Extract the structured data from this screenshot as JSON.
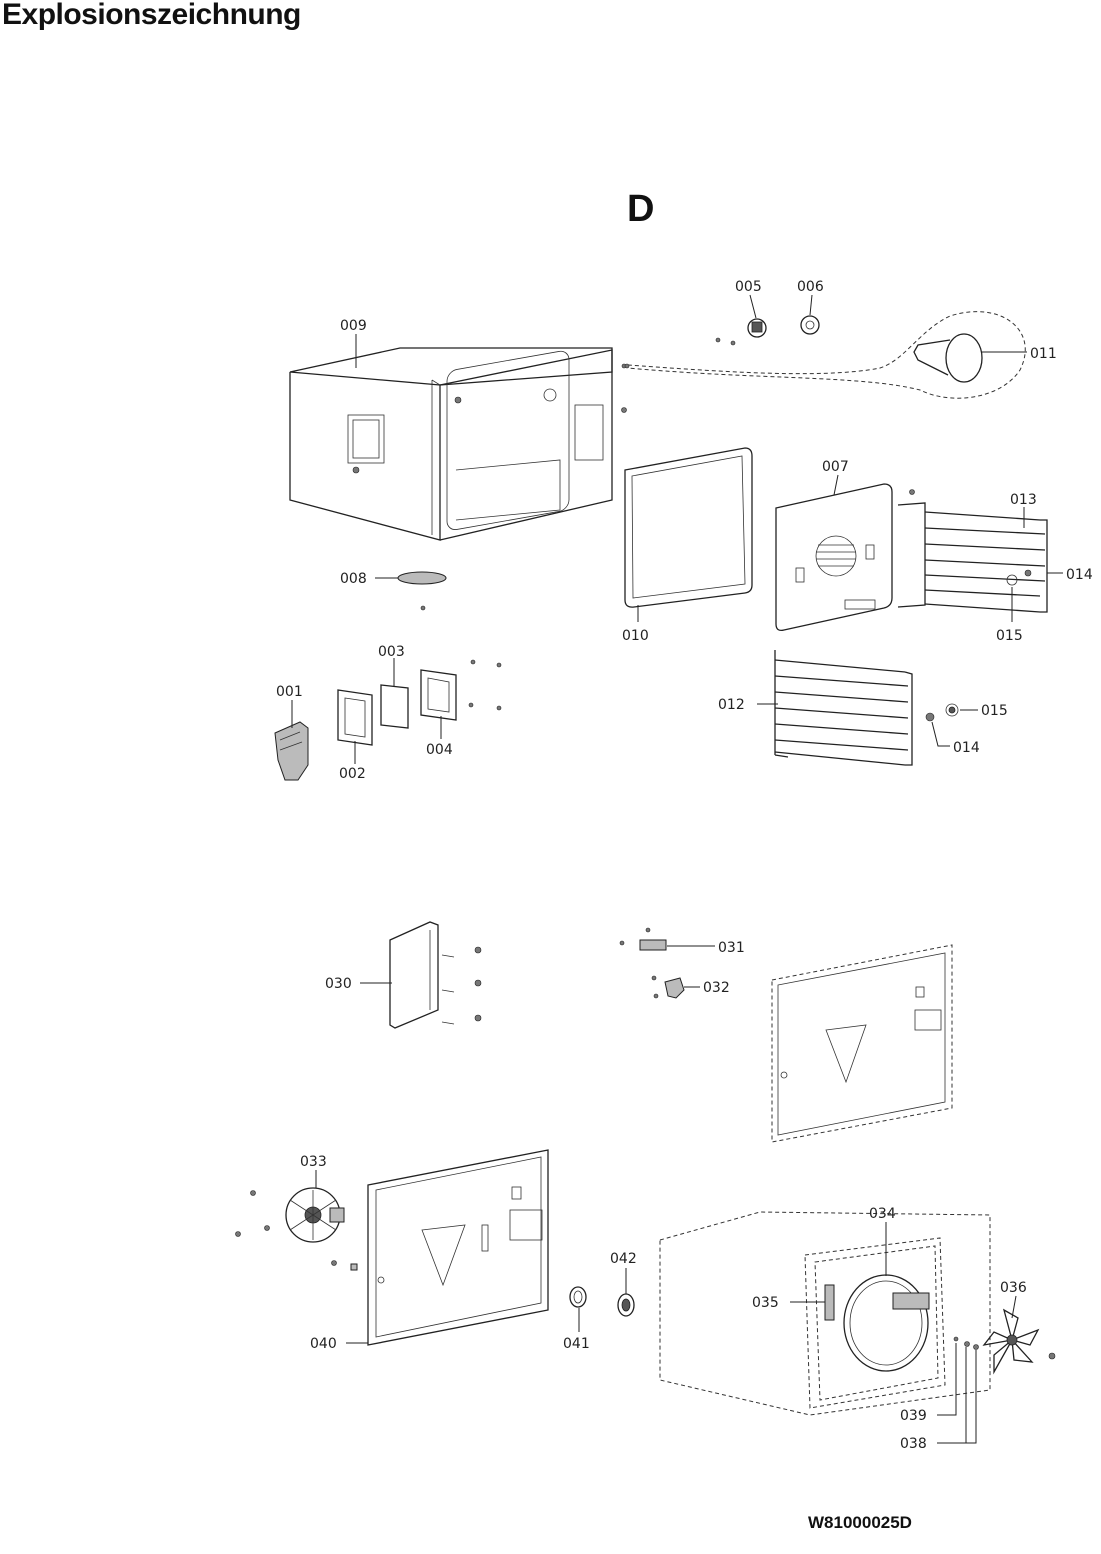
{
  "header": {
    "title": "Explosionszeichnung"
  },
  "section_label": "D",
  "document_number": "W81000025D",
  "part_labels": {
    "p001": "001",
    "p002": "002",
    "p003": "003",
    "p004": "004",
    "p005": "005",
    "p006": "006",
    "p007": "007",
    "p008": "008",
    "p009": "009",
    "p010": "010",
    "p011": "011",
    "p012": "012",
    "p013": "013",
    "p014a": "014",
    "p014b": "014",
    "p015a": "015",
    "p015b": "015",
    "p030": "030",
    "p031": "031",
    "p032": "032",
    "p033": "033",
    "p034": "034",
    "p035": "035",
    "p036": "036",
    "p038": "038",
    "p039": "039",
    "p040": "040",
    "p041": "041",
    "p042": "042"
  }
}
